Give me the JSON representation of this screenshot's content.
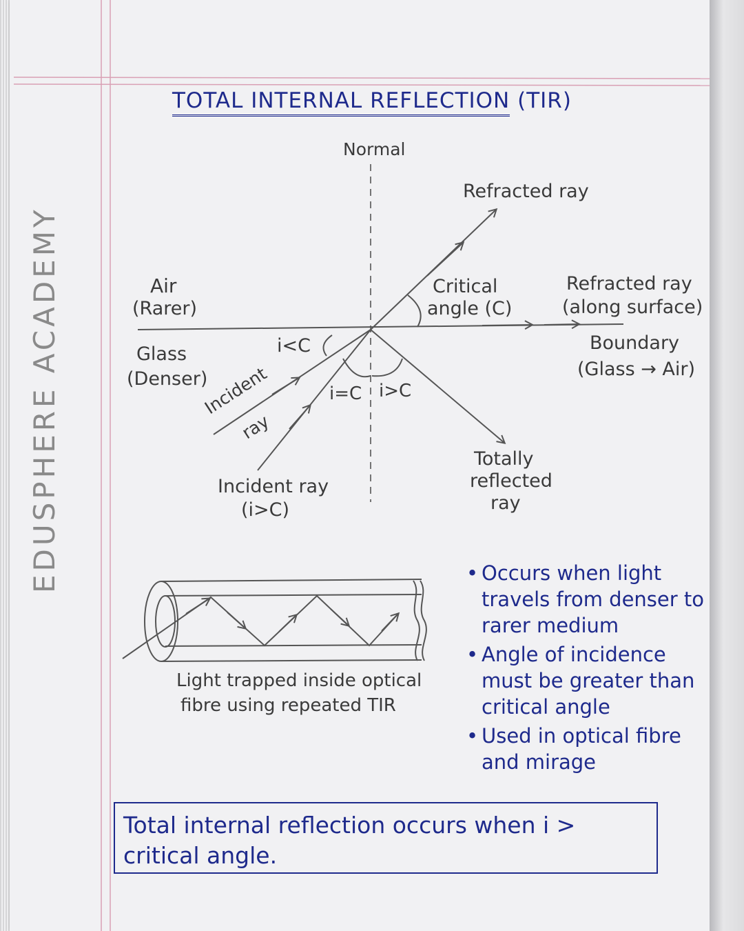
{
  "title": {
    "main": "TOTAL INTERNAL REFLECTION",
    "abbr": "(TIR)"
  },
  "brand": "EDUSPHERE ACADEMY",
  "diagram": {
    "normal": "Normal",
    "refracted_ray": "Refracted ray",
    "air": "Air",
    "rarer": "(Rarer)",
    "glass": "Glass",
    "denser": "(Denser)",
    "critical_line1": "Critical",
    "critical_line2": "angle (C)",
    "refracted_surface_line1": "Refracted ray",
    "refracted_surface_line2": "(along surface)",
    "boundary_line1": "Boundary",
    "boundary_line2": "(Glass → Air)",
    "i_less_c": "i<C",
    "incident_line1": "Incident",
    "incident_line2": "ray",
    "i_equal_c": "i=C",
    "i_greater_c": "i>C",
    "incident2_line1": "Incident ray",
    "incident2_line2": "(i>C)",
    "totally_line1": "Totally",
    "totally_line2": "reflected",
    "totally_line3": "ray"
  },
  "fibre_caption": {
    "line1": "Light trapped inside optical",
    "line2": "fibre using repeated TIR"
  },
  "bullets": [
    "Occurs when light travels from denser to rarer medium",
    "Angle of incidence must be greater than critical angle",
    "Used in optical fibre and mirage"
  ],
  "summary": "Total internal reflection occurs when i > critical angle.",
  "colors": {
    "ink": "#1e2a8c",
    "pencil": "#3a3a3a",
    "margin": "#d9a0b4",
    "paper": "#f1f1f3"
  }
}
